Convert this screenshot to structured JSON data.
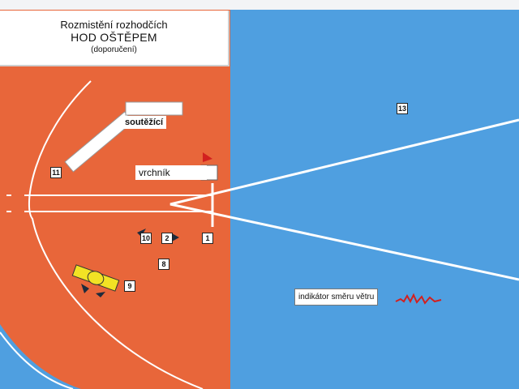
{
  "title": {
    "line1": "Rozmistění rozhodčích",
    "line2": "HOD OŠTĚPEM",
    "line3": "(doporučení)"
  },
  "labels": {
    "competitors": "soutěžící",
    "chief": "vrchník",
    "wind": "indikátor směru větru"
  },
  "positions": [
    "1",
    "2",
    "8",
    "9",
    "10",
    "11",
    "13"
  ],
  "colors": {
    "track": "#e8663a",
    "field": "#4f9fe0",
    "lines": "#ffffff",
    "marker": "#f2e224"
  }
}
